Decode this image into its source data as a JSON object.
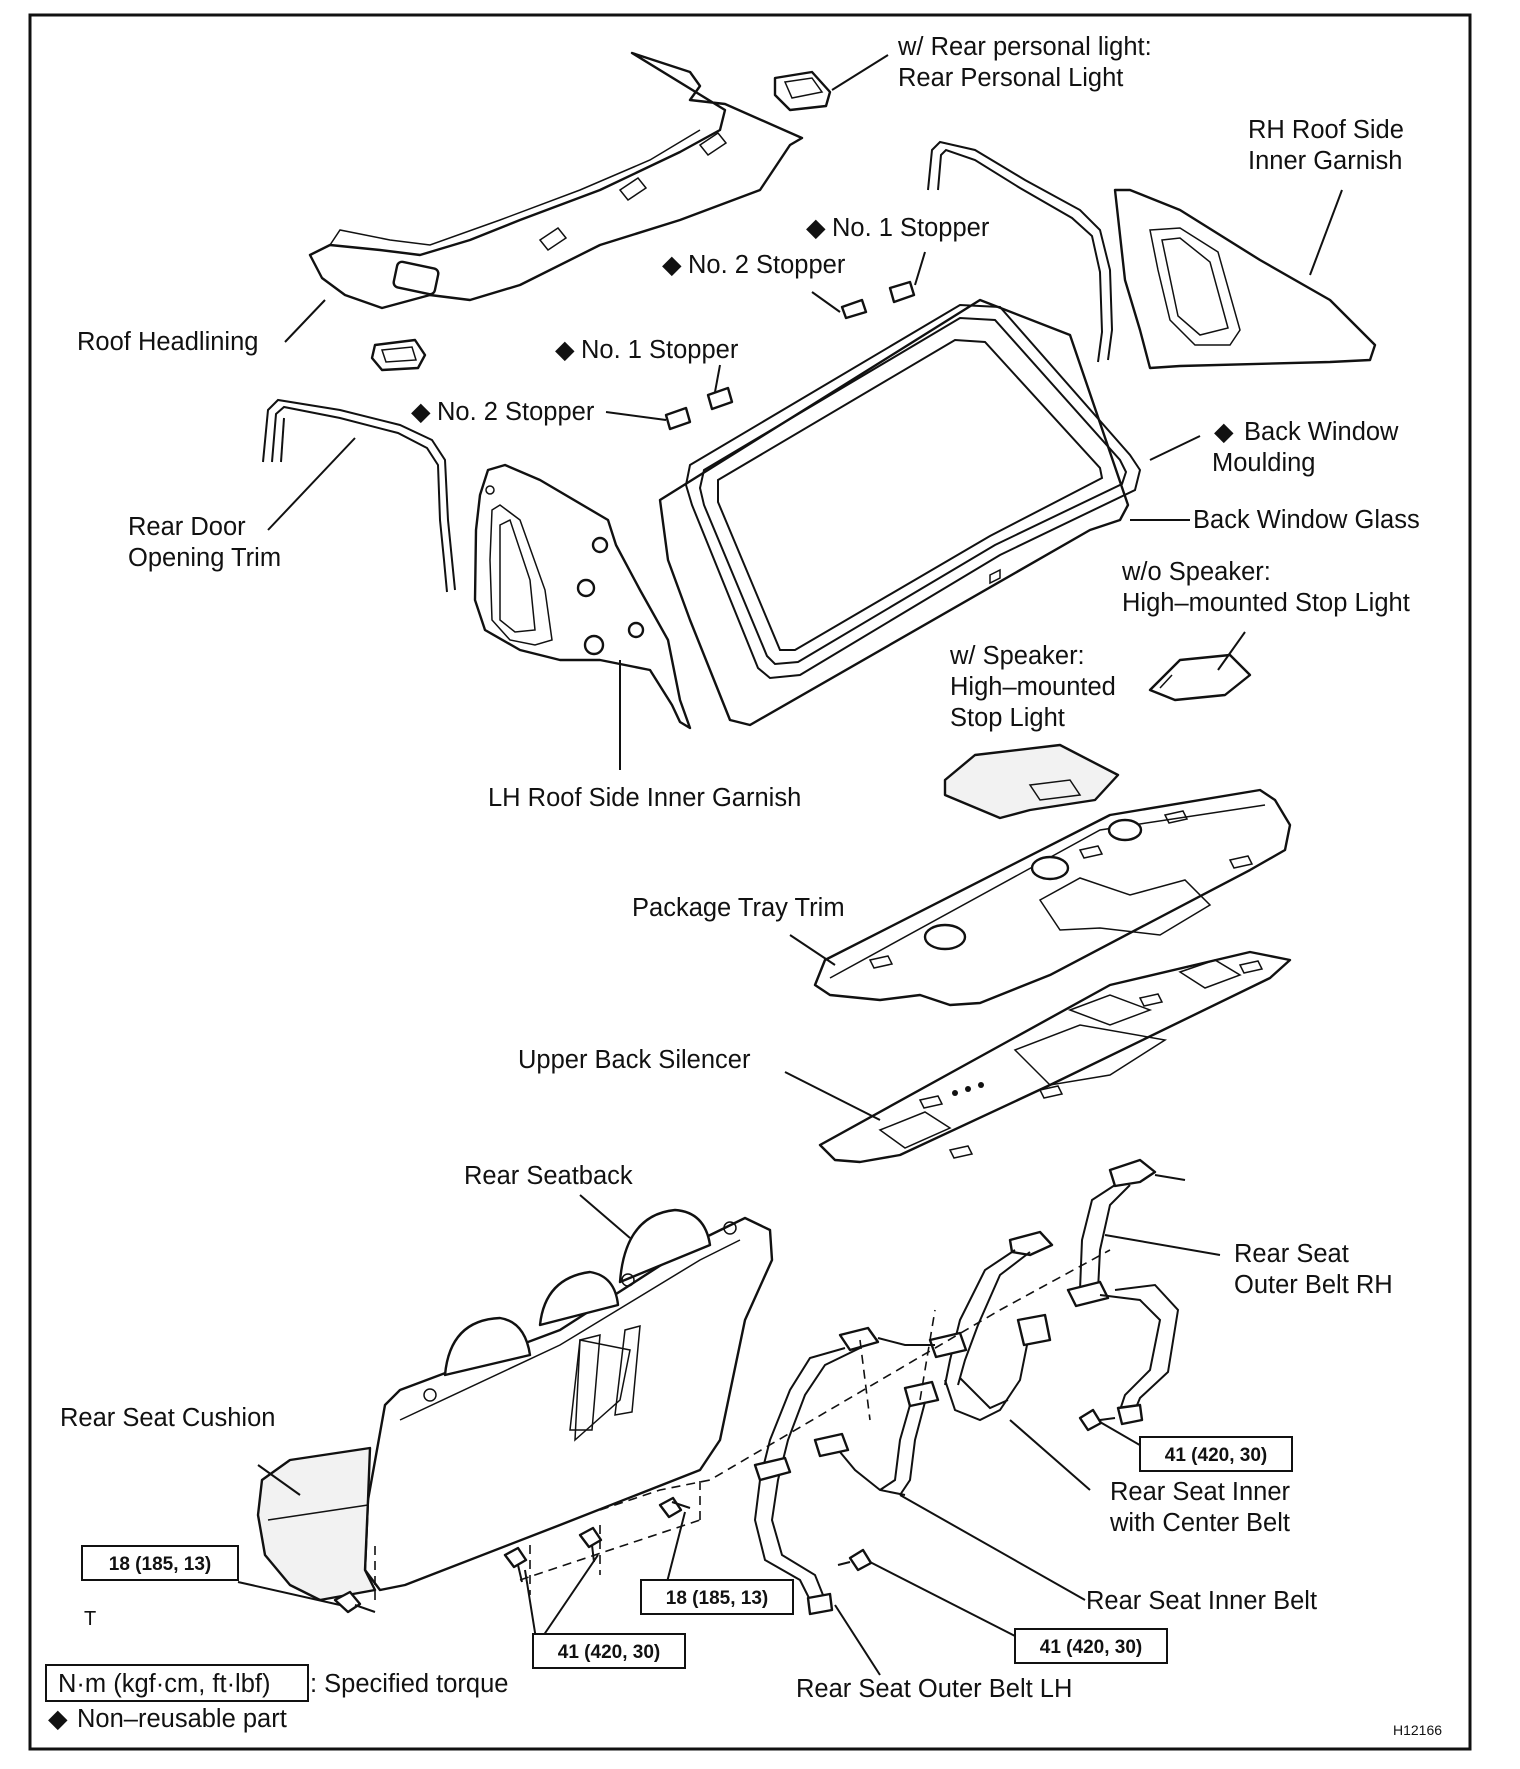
{
  "labels": {
    "rear_personal_light_cond": "w/ Rear personal light:",
    "rear_personal_light": "Rear Personal Light",
    "rh_garnish_1": "RH Roof Side",
    "rh_garnish_2": "Inner Garnish",
    "no1_stopper_upper": "No. 1 Stopper",
    "no2_stopper_upper": "No. 2 Stopper",
    "roof_headlining": "Roof Headlining",
    "no1_stopper_lower": "No. 1 Stopper",
    "no2_stopper_lower": "No. 2 Stopper",
    "back_window_moulding_1": "Back Window",
    "back_window_moulding_2": "Moulding",
    "back_window_glass": "Back Window Glass",
    "rear_door_trim_1": "Rear Door",
    "rear_door_trim_2": "Opening Trim",
    "wo_speaker": "w/o Speaker:",
    "wo_speaker_light": "High–mounted Stop Light",
    "w_speaker": "w/ Speaker:",
    "w_speaker_light_1": "High–mounted",
    "w_speaker_light_2": "Stop Light",
    "lh_garnish": "LH Roof Side Inner Garnish",
    "package_tray_trim": "Package Tray Trim",
    "upper_back_silencer": "Upper Back Silencer",
    "rear_seatback": "Rear Seatback",
    "rear_seat_outer_rh_1": "Rear Seat",
    "rear_seat_outer_rh_2": "Outer Belt RH",
    "rear_seat_cushion": "Rear Seat Cushion",
    "rear_seat_inner_center_1": "Rear Seat Inner",
    "rear_seat_inner_center_2": "with Center Belt",
    "rear_seat_inner_belt": "Rear Seat Inner Belt",
    "rear_seat_outer_lh": "Rear Seat Outer Belt LH",
    "t_mark": "T"
  },
  "torques": {
    "rh_belt": "41 (420, 30)",
    "cushion_left": "18 (185, 13)",
    "seatback_center": "18 (185, 13)",
    "seatback_bottom": "41 (420, 30)",
    "lh_belt": "41 (420, 30)"
  },
  "legend": {
    "unit": "N·m (kgf·cm, ft·lbf)",
    "unit_desc": ": Specified torque",
    "nonreusable": "Non–reusable part"
  },
  "diagram_id": "H12166",
  "icons": {
    "nonreusable_mark": "black-diamond-icon",
    "bolt": "bolt-icon"
  }
}
